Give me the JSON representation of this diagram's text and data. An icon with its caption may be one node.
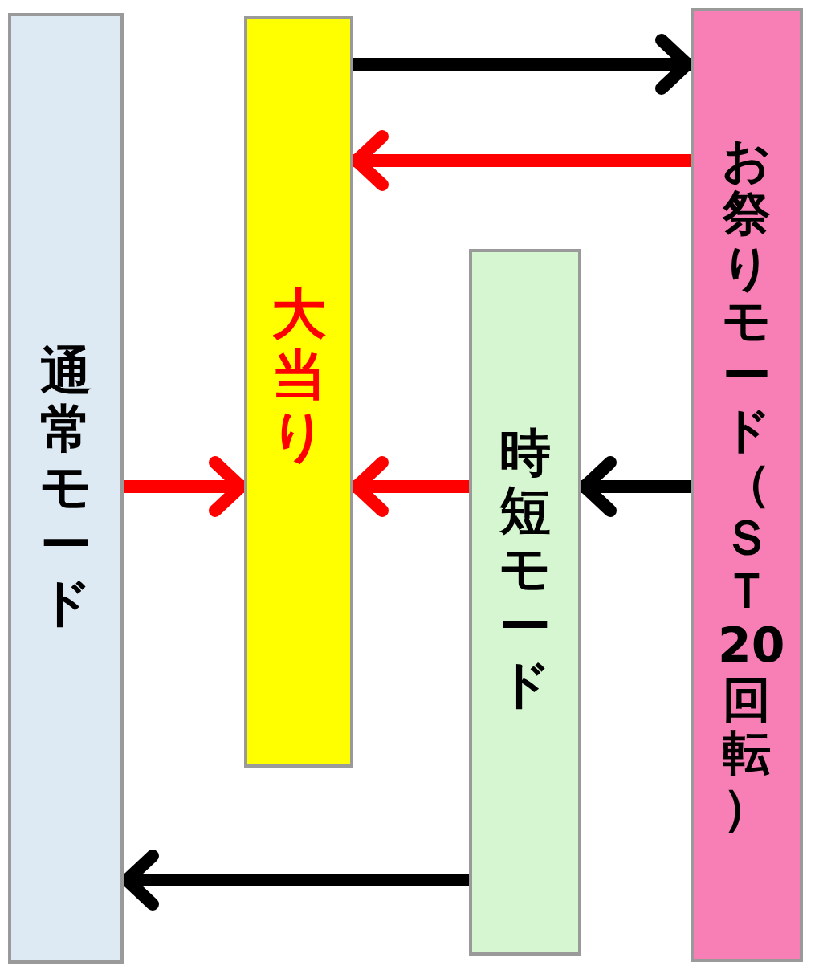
{
  "diagram": {
    "nodes": [
      {
        "text": [
          "通常モード"
        ]
      },
      {
        "text": [
          "大当り"
        ]
      },
      {
        "text": [
          "お祭りモード（ＳＴ20回転）"
        ]
      },
      {
        "text": [
          "時短モード"
        ]
      }
    ],
    "edges": [
      {
        "from": 1,
        "to": 2,
        "arrow": "to"
      },
      {
        "from": 2,
        "to": 1,
        "arrow": "to",
        "color": "#ff0000"
      },
      {
        "from": 0,
        "to": 1,
        "arrow": "to",
        "color": "#ff0000"
      },
      {
        "from": 3,
        "to": 1,
        "arrow": "to",
        "color": "#ff0000"
      },
      {
        "from": 2,
        "to": 3,
        "arrow": "to"
      },
      {
        "from": 3,
        "to": 0,
        "arrow": "to"
      }
    ]
  }
}
